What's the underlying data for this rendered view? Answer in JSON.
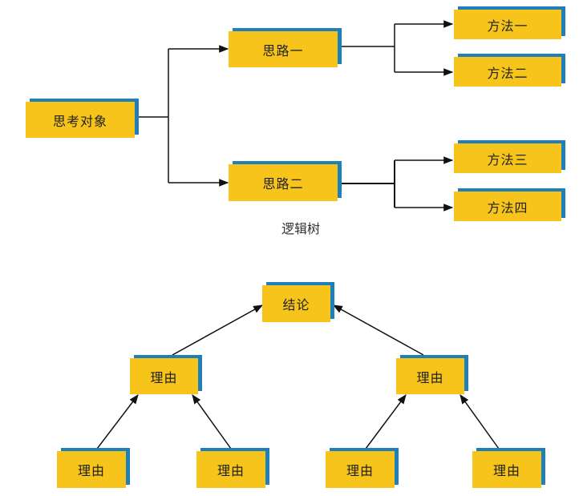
{
  "logic_tree": {
    "root": "思考对象",
    "branches": [
      {
        "label": "思路一",
        "children": [
          "方法一",
          "方法二"
        ]
      },
      {
        "label": "思路二",
        "children": [
          "方法三",
          "方法四"
        ]
      }
    ],
    "caption": "逻辑树"
  },
  "pyramid": {
    "conclusion": "结论",
    "reasons": [
      {
        "label": "理由",
        "supports": [
          "理由",
          "理由"
        ]
      },
      {
        "label": "理由",
        "supports": [
          "理由",
          "理由"
        ]
      }
    ]
  },
  "colors": {
    "box_fill": "#f6c41a",
    "box_shadow": "#1f7fb8",
    "line": "#111111"
  }
}
